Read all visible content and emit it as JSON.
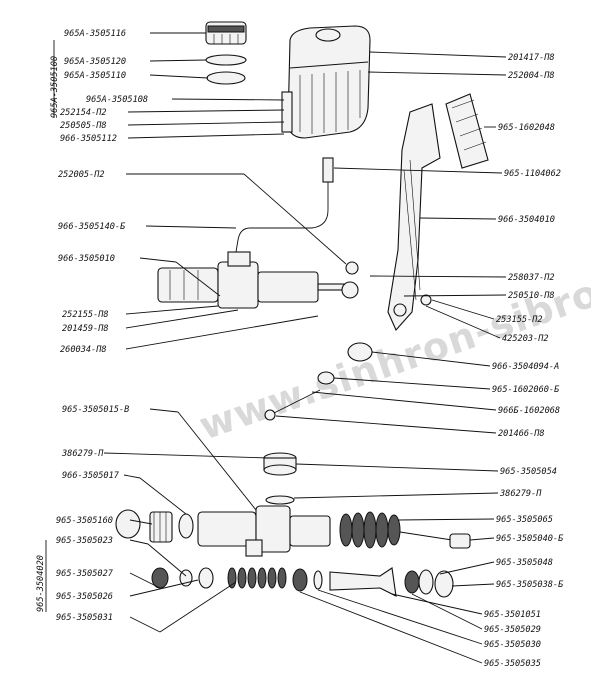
{
  "watermark": "www.sinhron-sibro.kz",
  "group_upper": "965А-3505100",
  "group_lower": "965-3504020",
  "labels_left": [
    "965А-3505116",
    "965А-3505120",
    "965А-3505110",
    "965А-3505108",
    "252154-П2",
    "250505-П8",
    "966-3505112",
    "252005-П2",
    "966-3505140-Б",
    "966-3505010",
    "252155-П8",
    "201459-П8",
    "260034-П8",
    "965-3505015-В",
    "386279-П",
    "966-3505017",
    "965-3505160",
    "965-3505023",
    "965-3505027",
    "965-3505026",
    "965-3505031"
  ],
  "labels_right": [
    "201417-П8",
    "252004-П8",
    "965-1602048",
    "965-1104062",
    "966-3504010",
    "258037-П2",
    "250510-П8",
    "253155-П2",
    "425203-П2",
    "966-3504094-А",
    "965-1602060-Б",
    "966Б-1602068",
    "201466-П8",
    "965-3505054",
    "386279-П",
    "965-3505065",
    "965-3505040-Б",
    "965-3505048",
    "965-3505038-Б",
    "965-3501051",
    "965-3505029",
    "965-3505030",
    "965-3505035"
  ]
}
